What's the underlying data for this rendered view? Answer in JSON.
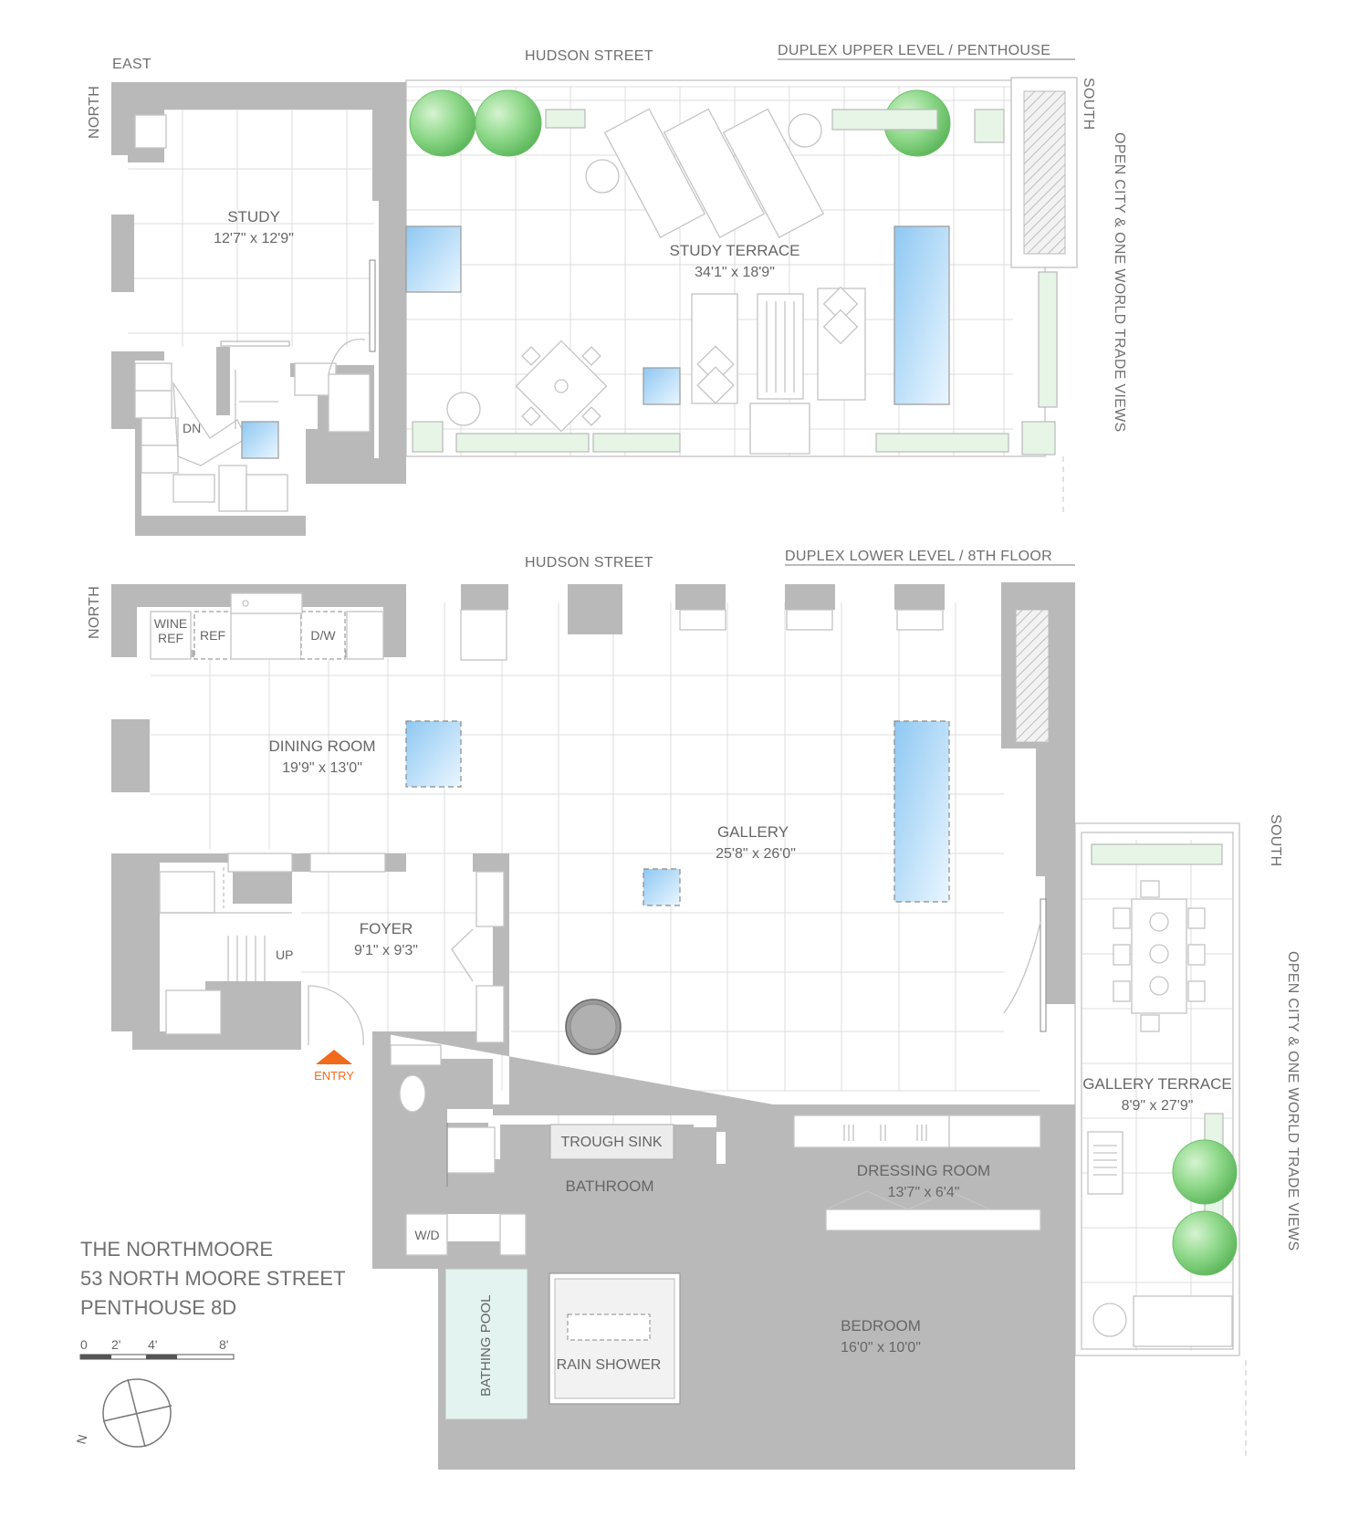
{
  "upper_level": {
    "street": "HUDSON STREET",
    "level_title": "DUPLEX UPPER LEVEL / PENTHOUSE",
    "compass_east": "EAST",
    "compass_north": "NORTH",
    "compass_south": "SOUTH",
    "views": "OPEN CITY & ONE WORLD TRADE VIEWS",
    "study": {
      "name": "STUDY",
      "dims": "12'7\" x 12'9\""
    },
    "study_terrace": {
      "name": "STUDY TERRACE",
      "dims": "34'1\" x 18'9\""
    },
    "stair": "DN"
  },
  "lower_level": {
    "street": "HUDSON STREET",
    "level_title": "DUPLEX LOWER LEVEL / 8TH FLOOR",
    "compass_north": "NORTH",
    "compass_south": "SOUTH",
    "views": "OPEN CITY & ONE WORLD TRADE VIEWS",
    "dining_room": {
      "name": "DINING ROOM",
      "dims": "19'9\" x 13'0\""
    },
    "gallery": {
      "name": "GALLERY",
      "dims": "25'8\" x 26'0\""
    },
    "foyer": {
      "name": "FOYER",
      "dims": "9'1\" x 9'3\""
    },
    "gallery_terrace": {
      "name": "GALLERY TERRACE",
      "dims": "8'9\" x 27'9\""
    },
    "dressing_room": {
      "name": "DRESSING ROOM",
      "dims": "13'7\" x 6'4\""
    },
    "bedroom": {
      "name": "BEDROOM",
      "dims": "16'0\" x 10'0\""
    },
    "bathroom": "BATHROOM",
    "trough_sink": "TROUGH SINK",
    "rain_shower": "RAIN SHOWER",
    "bathing_pool": "BATHING POOL",
    "wd": "W/D",
    "wine_ref_1": "WINE",
    "wine_ref_2": "REF",
    "ref": "REF",
    "dw": "D/W",
    "stair": "UP",
    "entry": "ENTRY"
  },
  "building": {
    "name": "THE NORTHMOORE",
    "address": "53 NORTH MOORE STREET",
    "unit": "PENTHOUSE 8D"
  },
  "scale": {
    "labels": [
      "0",
      "2'",
      "4'",
      "8'"
    ]
  },
  "compass_rose_letter": "N",
  "colors": {
    "wall": "#b9b9b9",
    "skylight": "#a8d4f5",
    "planter": "#e6f5e6",
    "tree": "#7fd17f",
    "entry_arrow": "#f26a1b",
    "bathing_pool": "#e3f3ef"
  }
}
